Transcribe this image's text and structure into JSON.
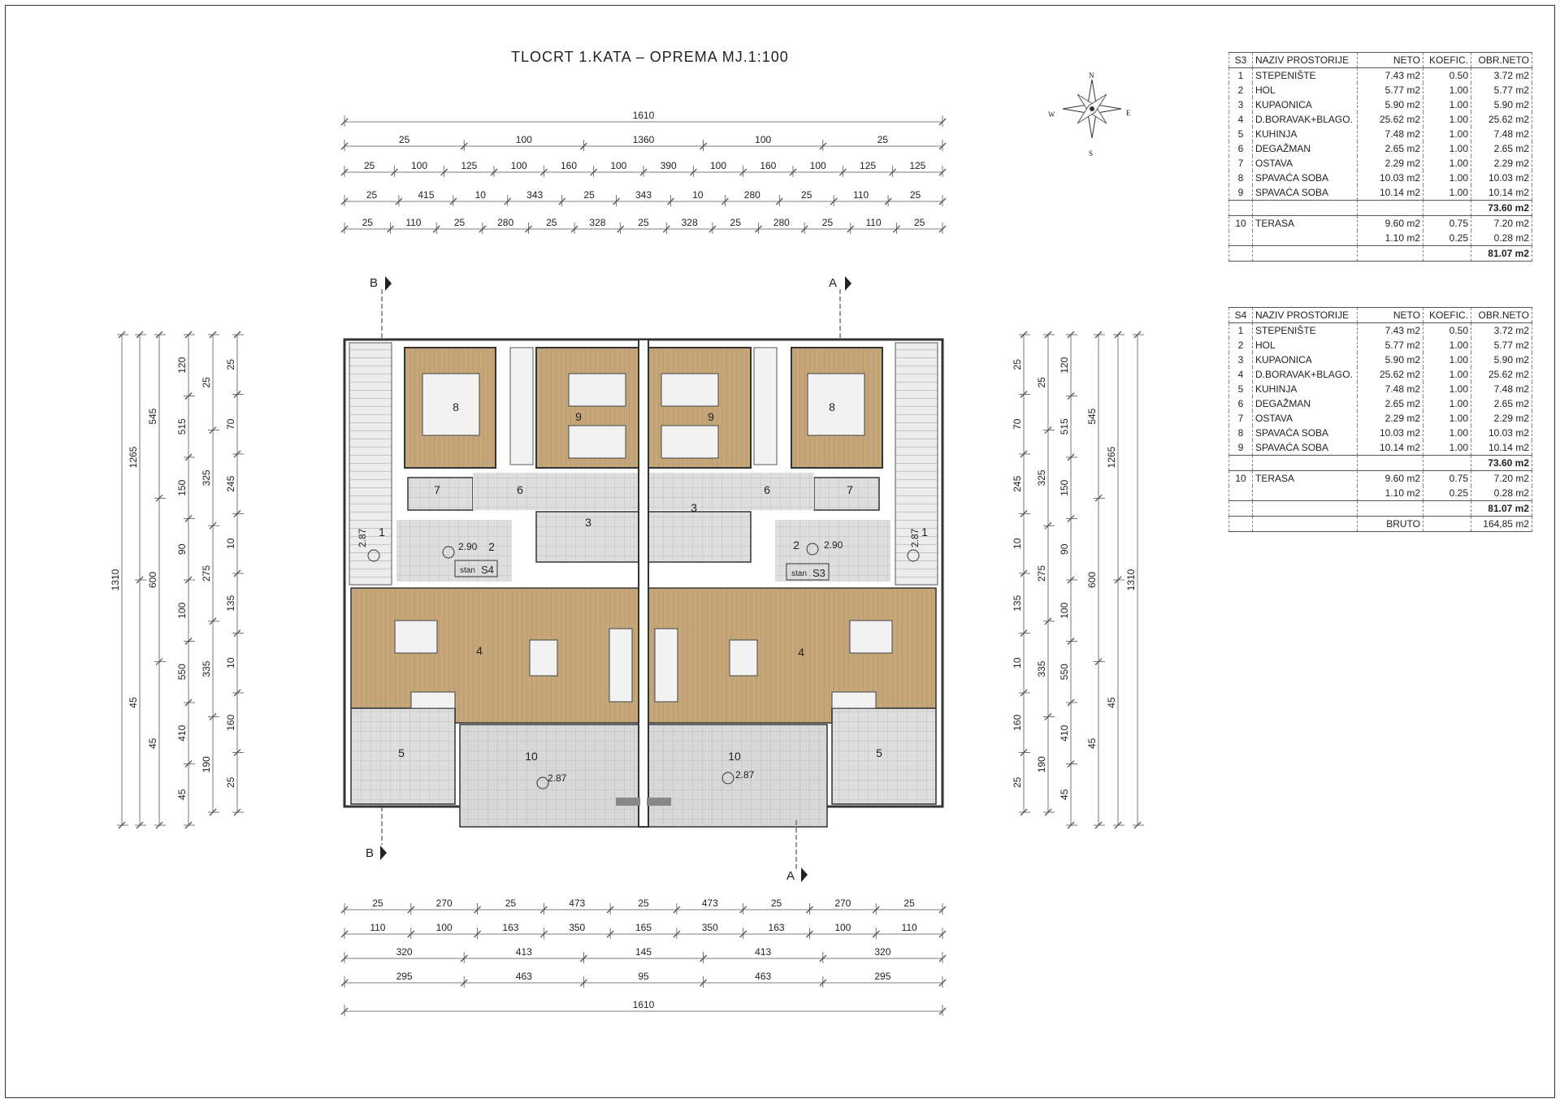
{
  "title": "TLOCRT 1.KATA  –  OPREMA MJ.1:100",
  "compass": {
    "n": "N",
    "s": "S",
    "e": "E",
    "w": "W"
  },
  "section_marks": {
    "a": "A",
    "b": "B"
  },
  "apartments": {
    "s4": "S4",
    "s3": "S3",
    "stan": "stan"
  },
  "room_labels": {
    "l8": "8",
    "l9": "9",
    "l7": "7",
    "l6": "6",
    "l3": "3",
    "l2": "2",
    "l1": "1",
    "l4": "4",
    "l5": "5",
    "l10": "10",
    "r8": "8",
    "r9": "9",
    "r7": "7",
    "r6": "6",
    "r3": "3",
    "r2": "2",
    "r1": "1",
    "r4": "4",
    "r5": "5",
    "r10": "10"
  },
  "heights": {
    "h287": "2.87",
    "h290": "2.90"
  },
  "dims_top": {
    "row1": [
      "1610"
    ],
    "row2": [
      "25",
      "100",
      "1360",
      "100",
      "25"
    ],
    "row3": [
      "25",
      "100",
      "125",
      "100",
      "160",
      "100",
      "390",
      "100",
      "160",
      "100",
      "125",
      "125"
    ],
    "row4": [
      "25",
      "415",
      "10",
      "343",
      "25",
      "343",
      "10",
      "280",
      "25",
      "110",
      "25"
    ],
    "row5": [
      "25",
      "110",
      "25",
      "280",
      "25",
      "328",
      "25",
      "328",
      "25",
      "280",
      "25",
      "110",
      "25"
    ]
  },
  "dims_bottom": {
    "row1": [
      "25",
      "270",
      "25",
      "473",
      "25",
      "473",
      "25",
      "270",
      "25"
    ],
    "row2": [
      "110",
      "100",
      "163",
      "350",
      "165",
      "350",
      "163",
      "100",
      "110"
    ],
    "row3": [
      "320",
      "413",
      "145",
      "413",
      "320"
    ],
    "row4": [
      "295",
      "463",
      "95",
      "463",
      "295"
    ],
    "row5": [
      "1610"
    ]
  },
  "dims_left": {
    "total": "1310",
    "c1265": "1265",
    "c545": "545",
    "c600": "600",
    "c120": "120",
    "c515": "515",
    "c150": "150",
    "c90": "90",
    "c100": "100",
    "c550": "550",
    "c410": "410",
    "c25a": "25",
    "c325": "325",
    "c275": "275",
    "c335": "335",
    "c190": "190",
    "c70": "70",
    "c245": "245",
    "c10a": "10",
    "c135": "135",
    "c10b": "10",
    "c160": "160",
    "c45": "45"
  },
  "dims_right": {
    "total": "1310",
    "c1265": "1265",
    "c545": "545",
    "c600": "600",
    "c120": "120",
    "c515": "515",
    "c150": "150",
    "c90": "90",
    "c100": "100",
    "c550": "550",
    "c410": "410",
    "c325": "325",
    "c275": "275",
    "c335": "335",
    "c190": "190",
    "c70": "70",
    "c245": "245",
    "c10a": "10",
    "c135": "135",
    "c10b": "10",
    "c160": "160",
    "c25": "25",
    "c45": "45"
  },
  "table_s3": {
    "header": [
      "S3",
      "NAZIV  PROSTORIJE",
      "NETO",
      "KOEFIC.",
      "OBR.NETO"
    ],
    "rows": [
      [
        "1",
        "STEPENIŠTE",
        "7.43  m2",
        "0.50",
        "3.72  m2"
      ],
      [
        "2",
        "HOL",
        "5.77  m2",
        "1.00",
        "5.77  m2"
      ],
      [
        "3",
        "KUPAONICA",
        "5.90  m2",
        "1.00",
        "5.90  m2"
      ],
      [
        "4",
        "D.BORAVAK+BLAGO.",
        "25.62  m2",
        "1.00",
        "25.62  m2"
      ],
      [
        "5",
        "KUHINJA",
        "7.48  m2",
        "1.00",
        "7.48  m2"
      ],
      [
        "6",
        "DEGAŽMAN",
        "2.65  m2",
        "1.00",
        "2.65  m2"
      ],
      [
        "7",
        "OSTAVA",
        "2.29  m2",
        "1.00",
        "2.29  m2"
      ],
      [
        "8",
        "SPAVAĆA  SOBA",
        "10.03  m2",
        "1.00",
        "10.03  m2"
      ],
      [
        "9",
        "SPAVAĆA  SOBA",
        "10.14  m2",
        "1.00",
        "10.14  m2"
      ]
    ],
    "subtotal": "73.60  m2",
    "terrace": [
      [
        "10",
        "TERASA",
        "9.60  m2",
        "0.75",
        "7.20  m2"
      ],
      [
        "",
        "",
        "1.10  m2",
        "0.25",
        "0.28  m2"
      ]
    ],
    "total": "81.07  m2"
  },
  "table_s4": {
    "header": [
      "S4",
      "NAZIV  PROSTORIJE",
      "NETO",
      "KOEFIC.",
      "OBR.NETO"
    ],
    "rows": [
      [
        "1",
        "STEPENIŠTE",
        "7.43  m2",
        "0.50",
        "3.72  m2"
      ],
      [
        "2",
        "HOL",
        "5.77  m2",
        "1.00",
        "5.77  m2"
      ],
      [
        "3",
        "KUPAONICA",
        "5.90  m2",
        "1.00",
        "5.90  m2"
      ],
      [
        "4",
        "D.BORAVAK+BLAGO.",
        "25.62  m2",
        "1.00",
        "25.62  m2"
      ],
      [
        "5",
        "KUHINJA",
        "7.48  m2",
        "1.00",
        "7.48  m2"
      ],
      [
        "6",
        "DEGAŽMAN",
        "2.65  m2",
        "1.00",
        "2.65  m2"
      ],
      [
        "7",
        "OSTAVA",
        "2.29  m2",
        "1.00",
        "2.29  m2"
      ],
      [
        "8",
        "SPAVAĆA  SOBA",
        "10.03  m2",
        "1.00",
        "10.03  m2"
      ],
      [
        "9",
        "SPAVAĆA  SOBA",
        "10.14  m2",
        "1.00",
        "10.14  m2"
      ]
    ],
    "subtotal": "73.60  m2",
    "terrace": [
      [
        "10",
        "TERASA",
        "9.60  m2",
        "0.75",
        "7.20  m2"
      ],
      [
        "",
        "",
        "1.10  m2",
        "0.25",
        "0.28  m2"
      ]
    ],
    "total": "81.07  m2",
    "bruto_label": "BRUTO",
    "bruto_value": "164,85  m2"
  },
  "colors": {
    "wood_floor": "#c4a77d",
    "tile_floor": "#dcdcdc",
    "wall": "#ffffff",
    "line": "#333333",
    "terrace": "#d6d6d6"
  }
}
